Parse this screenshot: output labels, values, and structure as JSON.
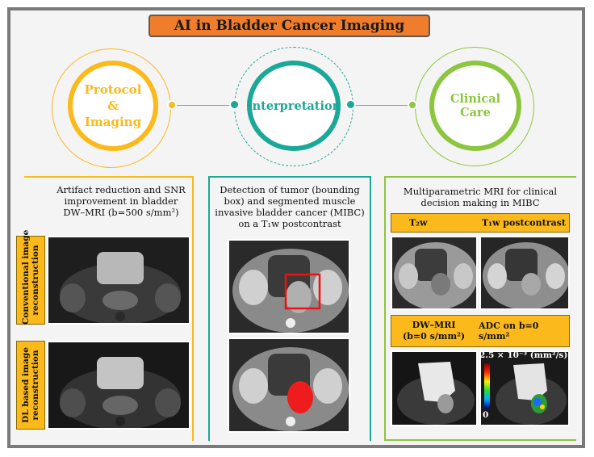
{
  "title": "AI in Bladder Cancer Imaging",
  "circles": {
    "protocol_line1": "Protocol",
    "protocol_line2": "&",
    "protocol_line3": "Imaging",
    "interpretation": "Interpretation",
    "clinical": "Clinical Care"
  },
  "colors": {
    "title_bg": "#f07d2b",
    "protocol": "#fbb91c",
    "interpretation": "#1aa898",
    "clinical": "#8cc63f",
    "frame": "#7a7a7a"
  },
  "left_panel": {
    "caption_line1": "Artifact reduction and SNR",
    "caption_line2": "improvement in bladder",
    "caption_line3": "DW–MRI (b=500 s/mm²)",
    "label_top": "Conventional image\nreconstruction",
    "label_bottom": "DL based image\nreconstruction"
  },
  "middle_panel": {
    "caption_line1": "Detection of tumor (bounding",
    "caption_line2": "box) and segmented muscle",
    "caption_line3": "invasive bladder cancer (MIBC)",
    "caption_line4": "on a T₁w postcontrast"
  },
  "right_panel": {
    "caption_line1": "Multiparametric MRI for clinical",
    "caption_line2": "decision making in MIBC",
    "t2w": "T₂w",
    "t1w": "T₁w postcontrast",
    "dwi_line1": "DW–MRI",
    "dwi_line2": "(b=0 s/mm²)",
    "adc": "ADC on b=0 s/mm²",
    "scale_max": "2.5 × 10⁻³ (mm²/s)",
    "scale_min": "0"
  }
}
